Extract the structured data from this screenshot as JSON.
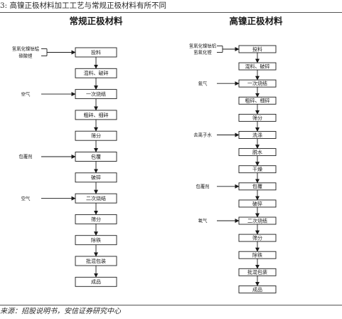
{
  "caption": "3: 高镍正极材料加工工艺与常规正极材料有所不同",
  "source": "来源：招股说明书，安信证券研究中心",
  "columns": [
    {
      "title": "常规正极材料",
      "steps": [
        "投料",
        "混料、破碎",
        "一次烧结",
        "粗碎、细碎",
        "筛分",
        "包覆",
        "破碎",
        "二次烧结",
        "筛分",
        "除铁",
        "批混包装",
        "成品"
      ],
      "inputs": [
        {
          "text": "氢氧化镍钴锰",
          "target": 0
        },
        {
          "text": "碳酸锂",
          "target": 0
        },
        {
          "text": "空气",
          "target": 2
        },
        {
          "text": "包覆剂",
          "target": 5
        },
        {
          "text": "空气",
          "target": 7
        }
      ]
    },
    {
      "title": "高镍正极材料",
      "steps": [
        "投料",
        "混料、破碎",
        "一次烧结",
        "粗碎、细碎",
        "筛分",
        "洗涤",
        "脱水",
        "干燥",
        "包覆",
        "破碎",
        "二次烧结",
        "筛分",
        "除铁",
        "批混包装",
        "成品"
      ],
      "inputs": [
        {
          "text": "氢氧化镍钴铝",
          "target": 0
        },
        {
          "text": "氢氧化锂",
          "target": 0
        },
        {
          "text": "氧气",
          "target": 2
        },
        {
          "text": "去离子水",
          "target": 5
        },
        {
          "text": "包覆剂",
          "target": 8
        },
        {
          "text": "氧气",
          "target": 10
        }
      ]
    }
  ]
}
